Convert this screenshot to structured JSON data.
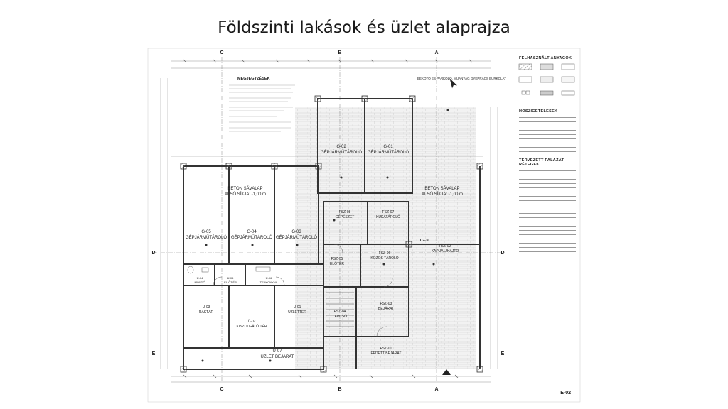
{
  "title": "Földszinti lakások és üzlet alaprajza",
  "grid_labels": {
    "c": "C",
    "b": "B",
    "a": "A",
    "d": "D",
    "e": "E"
  },
  "notes_heading": "MEGJEGYZÉSEK",
  "parking_note": "BEKOTÓ ÉS PARKOLÓ, MŰANYAG GYEPRÁCS BURKOLAT",
  "footings": [
    {
      "line1": "BETON SÁVALAP",
      "line2": "ALSÓ SÍKJA: -1,00 m"
    },
    {
      "line1": "BETON SÁVALAP",
      "line2": "ALSÓ SÍKJA: -1,00 m"
    }
  ],
  "rooms": [
    {
      "code": "G-02",
      "name": "GÉPJÁRMŰTÁROLÓ"
    },
    {
      "code": "G-01",
      "name": "GÉPJÁRMŰTÁROLÓ"
    },
    {
      "code": "G-05",
      "name": "GÉPJÁRMŰTÁROLÓ"
    },
    {
      "code": "G-04",
      "name": "GÉPJÁRMŰTÁROLÓ"
    },
    {
      "code": "G-03",
      "name": "GÉPJÁRMŰTÁROLÓ"
    },
    {
      "code": "FSZ-08",
      "name": "GÉPÉSZET"
    },
    {
      "code": "FSZ-07",
      "name": "KUKATÁROLÓ"
    },
    {
      "code": "FSZ-05",
      "name": "ELŐTÉR"
    },
    {
      "code": "FSZ-06",
      "name": "KÖZÖS TÁROLÓ"
    },
    {
      "code": "FSZ-02",
      "name": "KAPUALJHAJTÓ"
    },
    {
      "code": "Ü-04",
      "name": "MOSDÓ"
    },
    {
      "code": "Ü-05",
      "name": "EL.ŐT.ÉR"
    },
    {
      "code": "Ü-06",
      "name": "TEAKONYHA"
    },
    {
      "code": "Ü-03",
      "name": "RAKTÁR"
    },
    {
      "code": "Ü-02",
      "name": "KISZOLGÁLÓ TÉR"
    },
    {
      "code": "Ü-01",
      "name": "ÜZLETTÉR"
    },
    {
      "code": "FSZ-04",
      "name": "LÉPCSŐ"
    },
    {
      "code": "FSZ-03",
      "name": "BEJÁRAT"
    },
    {
      "code": "Ü-07",
      "name": "ÜZLET BEJÁRAT"
    },
    {
      "code": "FSZ-01",
      "name": "FEDETT BEJÁRAT"
    }
  ],
  "tag_tg": "TG-30",
  "legend": {
    "materials_heading": "FELHASZNÁLT ANYAGOK",
    "insulation_heading": "HŐSZIGETELÉSEK",
    "walls_heading": "TERVEZETT FALAZAT RÉTEGEK"
  },
  "sheet_code": "E-02",
  "colors": {
    "ink": "#333333",
    "pavement": "#dcdcdc",
    "text": "#1a1a1a"
  }
}
